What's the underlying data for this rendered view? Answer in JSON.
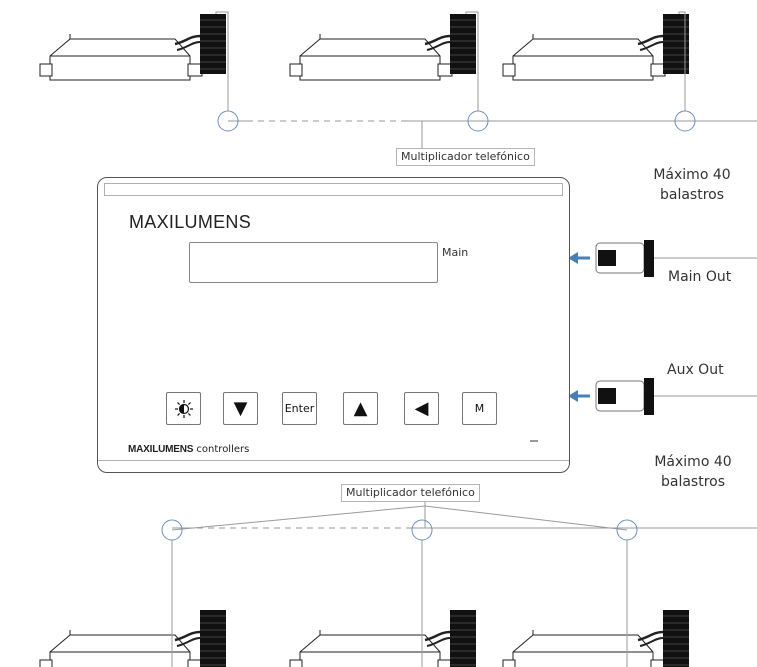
{
  "labels": {
    "multiplier_top": "Multiplicador telefónico",
    "multiplier_bottom": "Multiplicador telefónico",
    "max_top": "Máximo 40\nbalastros",
    "max_bottom": "Máximo 40\nbalastros",
    "main_out": "Main Out",
    "aux_out": "Aux Out"
  },
  "controller": {
    "brand": "MAXILUMENS",
    "display_label": "Main",
    "footer_brand": "MAXILUMENS",
    "footer_suffix": "controllers",
    "keys": [
      {
        "name": "brightness-key",
        "icon": "brightness-icon",
        "glyph": "",
        "label": ""
      },
      {
        "name": "down-key",
        "icon": "triangle-down-icon",
        "glyph": "▼",
        "label": ""
      },
      {
        "name": "enter-key",
        "icon": "",
        "glyph": "",
        "label": "Enter"
      },
      {
        "name": "up-key",
        "icon": "triangle-up-icon",
        "glyph": "▲",
        "label": ""
      },
      {
        "name": "left-key",
        "icon": "triangle-left-icon",
        "glyph": "◀",
        "label": ""
      },
      {
        "name": "menu-key",
        "icon": "",
        "glyph": "",
        "label": "M"
      }
    ]
  },
  "colors": {
    "arrow": "#4a7fb5",
    "splitter_circle": "#6f8fc0",
    "line": "#9a9a9a",
    "ink": "#222222"
  }
}
